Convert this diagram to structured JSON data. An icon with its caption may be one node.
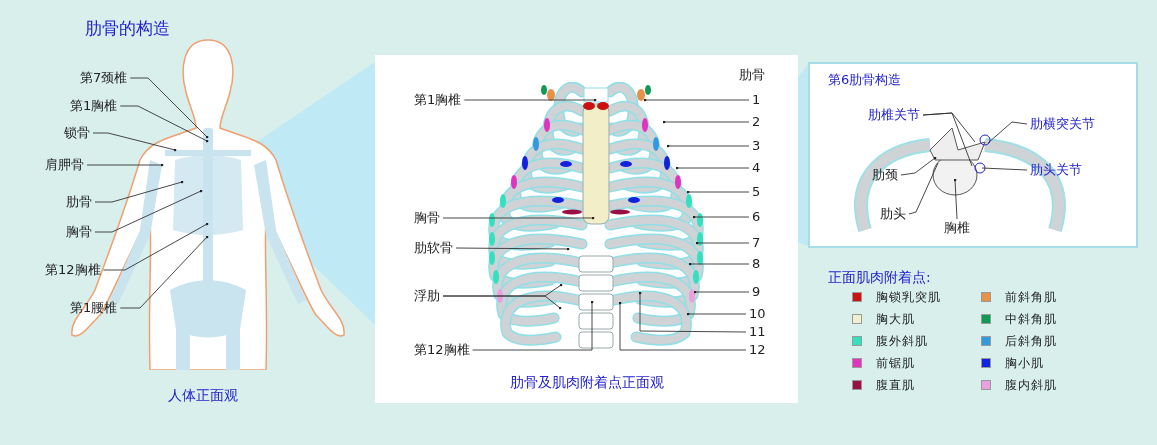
{
  "diagram": {
    "title": "肋骨的构造",
    "nodes": [
      {
        "text": [
          "第7颈椎"
        ]
      },
      {
        "text": [
          "第1胸椎"
        ]
      },
      {
        "text": [
          "锁骨"
        ]
      },
      {
        "text": [
          "肩胛骨"
        ]
      },
      {
        "text": [
          "肋骨"
        ]
      },
      {
        "text": [
          "胸骨"
        ]
      },
      {
        "text": [
          "第12胸椎"
        ]
      },
      {
        "text": [
          "第1腰椎"
        ]
      },
      {
        "text": [
          "肋骨及肌肉附着点正面观"
        ]
      },
      {
        "text": [
          "第1胸椎"
        ],
        "in": 8
      },
      {
        "text": [
          "胸骨"
        ],
        "in": 8
      },
      {
        "text": [
          "肋软骨"
        ],
        "in": 8
      },
      {
        "text": [
          "浮肋"
        ],
        "in": 8
      },
      {
        "text": [
          "第12胸椎"
        ],
        "in": 8
      },
      {
        "text": [
          "1"
        ],
        "in": 8
      },
      {
        "text": [
          "2"
        ],
        "in": 8
      },
      {
        "text": [
          "3"
        ],
        "in": 8
      },
      {
        "text": [
          "4"
        ],
        "in": 8
      },
      {
        "text": [
          "5"
        ],
        "in": 8
      },
      {
        "text": [
          "6"
        ],
        "in": 8
      },
      {
        "text": [
          "7"
        ],
        "in": 8
      },
      {
        "text": [
          "8"
        ],
        "in": 8
      },
      {
        "text": [
          "9"
        ],
        "in": 8
      },
      {
        "text": [
          "10"
        ],
        "in": 8
      },
      {
        "text": [
          "11"
        ],
        "in": 8
      },
      {
        "text": [
          "12"
        ],
        "in": 8
      },
      {
        "text": [
          "第6肋骨构造"
        ]
      },
      {
        "text": [
          "肋椎关节"
        ],
        "in": 26
      },
      {
        "text": [
          "肋横突关节"
        ],
        "in": 26
      },
      {
        "text": [
          "肋头关节"
        ],
        "in": 26
      },
      {
        "text": [
          "肋颈"
        ],
        "in": 26
      },
      {
        "text": [
          "肋头"
        ],
        "in": 26
      },
      {
        "text": [
          "胸椎"
        ],
        "in": 26
      }
    ],
    "edges": [
      {
        "from": 0,
        "to": null,
        "arrow": "other"
      },
      {
        "from": 1,
        "to": null,
        "arrow": "other"
      },
      {
        "from": 2,
        "to": null,
        "arrow": "other"
      },
      {
        "from": 3,
        "to": null,
        "arrow": "other"
      },
      {
        "from": 4,
        "to": null,
        "arrow": "other"
      },
      {
        "from": 5,
        "to": null,
        "arrow": "other"
      },
      {
        "from": 6,
        "to": null,
        "arrow": "other"
      },
      {
        "from": 7,
        "to": null,
        "arrow": "other"
      },
      {
        "from": 9,
        "to": null,
        "arrow": "other"
      },
      {
        "from": 10,
        "to": null,
        "arrow": "other"
      },
      {
        "from": 11,
        "to": null,
        "arrow": "other"
      },
      {
        "from": 12,
        "to": null,
        "arrow": "other"
      },
      {
        "from": 12,
        "to": null,
        "arrow": "other"
      },
      {
        "from": 13,
        "to": null,
        "arrow": "other"
      },
      {
        "from": 14,
        "to": null,
        "arrow": "other"
      },
      {
        "from": 15,
        "to": null,
        "arrow": "other"
      },
      {
        "from": 16,
        "to": null,
        "arrow": "other"
      },
      {
        "from": 17,
        "to": null,
        "arrow": "other"
      },
      {
        "from": 18,
        "to": null,
        "arrow": "other"
      },
      {
        "from": 19,
        "to": null,
        "arrow": "other"
      },
      {
        "from": 20,
        "to": null,
        "arrow": "other"
      },
      {
        "from": 21,
        "to": null,
        "arrow": "other"
      },
      {
        "from": 22,
        "to": null,
        "arrow": "other"
      },
      {
        "from": 23,
        "to": null,
        "arrow": "other"
      },
      {
        "from": 24,
        "to": null,
        "arrow": "other"
      },
      {
        "from": 25,
        "to": null,
        "arrow": "other"
      },
      {
        "from": 27,
        "to": null,
        "arrow": "none"
      },
      {
        "from": 27,
        "to": null,
        "arrow": "none"
      },
      {
        "from": 28,
        "to": null,
        "arrow": "none"
      },
      {
        "from": 29,
        "to": null,
        "arrow": "none"
      },
      {
        "from": 30,
        "to": null,
        "arrow": "other"
      },
      {
        "from": 31,
        "to": null,
        "arrow": "none"
      },
      {
        "from": 32,
        "to": null,
        "arrow": "other"
      }
    ],
    "labels": [
      "人体正面观",
      "肋骨",
      "正面肌肉附着点:"
    ],
    "legend": [
      {
        "text": "胸锁乳突肌",
        "color": "#cc1111"
      },
      {
        "text": "前斜角肌",
        "color": "#e8914a"
      },
      {
        "text": "胸大肌",
        "color": "#f0f0cc"
      },
      {
        "text": "中斜角肌",
        "color": "#119955"
      },
      {
        "text": "腹外斜肌",
        "color": "#33e0c0"
      },
      {
        "text": "后斜角肌",
        "color": "#3399dd"
      },
      {
        "text": "前锯肌",
        "color": "#e033c0"
      },
      {
        "text": "胸小肌",
        "color": "#1122dd"
      },
      {
        "text": "腹直肌",
        "color": "#991144"
      },
      {
        "text": "腹内斜肌",
        "color": "#e8a0e0"
      }
    ]
  }
}
